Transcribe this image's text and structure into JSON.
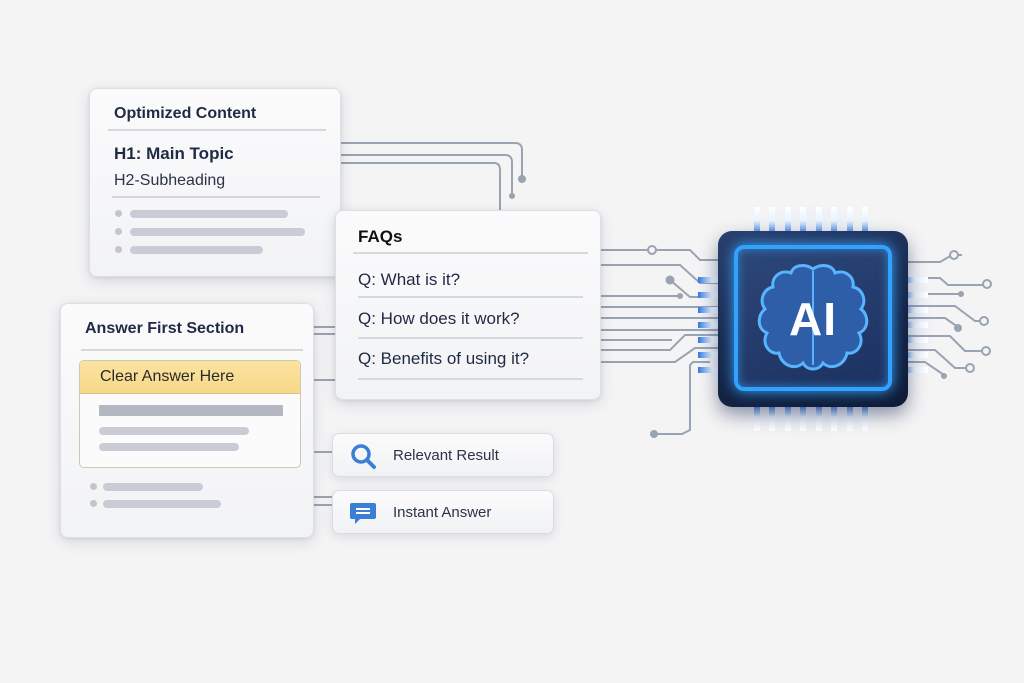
{
  "cards": {
    "optimized": {
      "title": "Optimized Content",
      "h1": "H1: Main Topic",
      "h2": "H2-Subheading",
      "bullet_count": 3
    },
    "faqs": {
      "title": "FAQs",
      "questions": [
        "Q: What is it?",
        "Q: How does it work?",
        "Q: Benefits of using it?"
      ]
    },
    "answer_first": {
      "title": "Answer First Section",
      "highlight": "Clear Answer Here",
      "bullet_count": 2
    }
  },
  "results": [
    {
      "label": "Relevant Result",
      "icon": "search-icon"
    },
    {
      "label": "Instant Answer",
      "icon": "chat-bubble-icon"
    }
  ],
  "chip": {
    "label": "AI",
    "icon": "brain-icon",
    "accent": "#2fa3ff",
    "body_color": "#1c3160"
  },
  "colors": {
    "background": "#f4f4f5",
    "wire": "#9aa3b2",
    "highlight": "#f7d889",
    "icon_blue": "#3a7fd5"
  }
}
